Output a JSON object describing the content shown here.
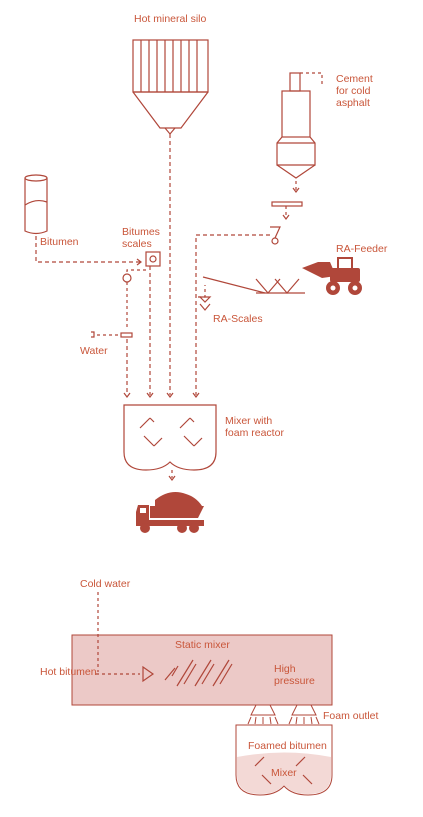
{
  "labels": {
    "hot_mineral_silo": "Hot mineral silo",
    "cement": "Cement\nfor cold\nasphalt",
    "bitumen": "Bitumen",
    "bitumes_scales": "Bitumes\nscales",
    "ra_feeder": "RA-Feeder",
    "ra_scales": "RA-Scales",
    "water": "Water",
    "mixer": "Mixer with\nfoam reactor",
    "cold_water": "Cold water",
    "static_mixer": "Static mixer",
    "hot_bitumen": "Hot bitumen",
    "high_pressure": "High\npressure",
    "foam_outlet": "Foam outlet",
    "foamed_bitumen": "Foamed bitumen",
    "mixer_small": "Mixer"
  },
  "colors": {
    "line": "#b0473a",
    "text": "#c9563a",
    "pipe_fill": "#ecc9c7",
    "mixer_fill": "#f3d9d6"
  },
  "icons": [
    "silo-icon",
    "cement-silo-icon",
    "bitumen-tank-icon",
    "scale-icon",
    "pump-icon",
    "valve-icon",
    "wheel-loader-icon",
    "dump-truck-icon",
    "mixer-icon",
    "nozzle-icon"
  ]
}
